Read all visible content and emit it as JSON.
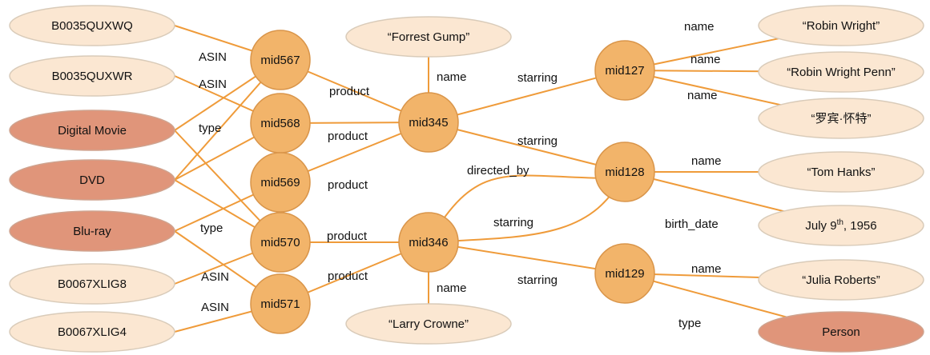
{
  "nodes": {
    "asin_wq": {
      "label": "B0035QUXWQ",
      "kind": "literal"
    },
    "asin_wr": {
      "label": "B0035QUXWR",
      "kind": "literal"
    },
    "digital_movie": {
      "label": "Digital Movie",
      "kind": "type"
    },
    "dvd": {
      "label": "DVD",
      "kind": "type"
    },
    "bluray": {
      "label": "Blu-ray",
      "kind": "type"
    },
    "asin_g8": {
      "label": "B0067XLIG8",
      "kind": "literal"
    },
    "asin_g4": {
      "label": "B0067XLIG4",
      "kind": "literal"
    },
    "mid567": {
      "label": "mid567",
      "kind": "entity"
    },
    "mid568": {
      "label": "mid568",
      "kind": "entity"
    },
    "mid569": {
      "label": "mid569",
      "kind": "entity"
    },
    "mid570": {
      "label": "mid570",
      "kind": "entity"
    },
    "mid571": {
      "label": "mid571",
      "kind": "entity"
    },
    "forrest_gump": {
      "label": "“Forrest Gump”",
      "kind": "literal"
    },
    "larry_crowne": {
      "label": "“Larry Crowne”",
      "kind": "literal"
    },
    "mid345": {
      "label": "mid345",
      "kind": "entity"
    },
    "mid346": {
      "label": "mid346",
      "kind": "entity"
    },
    "mid127": {
      "label": "mid127",
      "kind": "entity"
    },
    "mid128": {
      "label": "mid128",
      "kind": "entity"
    },
    "mid129": {
      "label": "mid129",
      "kind": "entity"
    },
    "robin_wright": {
      "label": "“Robin Wright”",
      "kind": "literal"
    },
    "robin_wright_penn": {
      "label": "“Robin Wright Penn”",
      "kind": "literal"
    },
    "robin_cn": {
      "label": "“罗宾·怀特”",
      "kind": "literal"
    },
    "tom_hanks": {
      "label": "“Tom Hanks”",
      "kind": "literal"
    },
    "birth_date": {
      "label": "July 9",
      "sup": "th",
      "suffix": ", 1956",
      "kind": "literal"
    },
    "julia_roberts": {
      "label": "“Julia Roberts”",
      "kind": "literal"
    },
    "person": {
      "label": "Person",
      "kind": "type"
    }
  },
  "edge_labels": {
    "asin_567": "ASIN",
    "asin_568": "ASIN",
    "type_568": "type",
    "type_570": "type",
    "asin_570": "ASIN",
    "asin_571": "ASIN",
    "product_567": "product",
    "product_568": "product",
    "product_569": "product",
    "product_570": "product",
    "product_571": "product",
    "name_345": "name",
    "name_346": "name",
    "starring_345_127": "starring",
    "starring_345_128": "starring",
    "directed_by": "directed_by",
    "starring_346_128": "starring",
    "starring_346_129": "starring",
    "name_127_a": "name",
    "name_127_b": "name",
    "name_127_c": "name",
    "name_128": "name",
    "birth_date": "birth_date",
    "name_129": "name",
    "type_129": "type"
  },
  "colors": {
    "edge": "#ef9b3a",
    "entity_fill": "#f2b46a",
    "literal_fill": "#fbe7d2",
    "type_fill": "#e0957a"
  }
}
